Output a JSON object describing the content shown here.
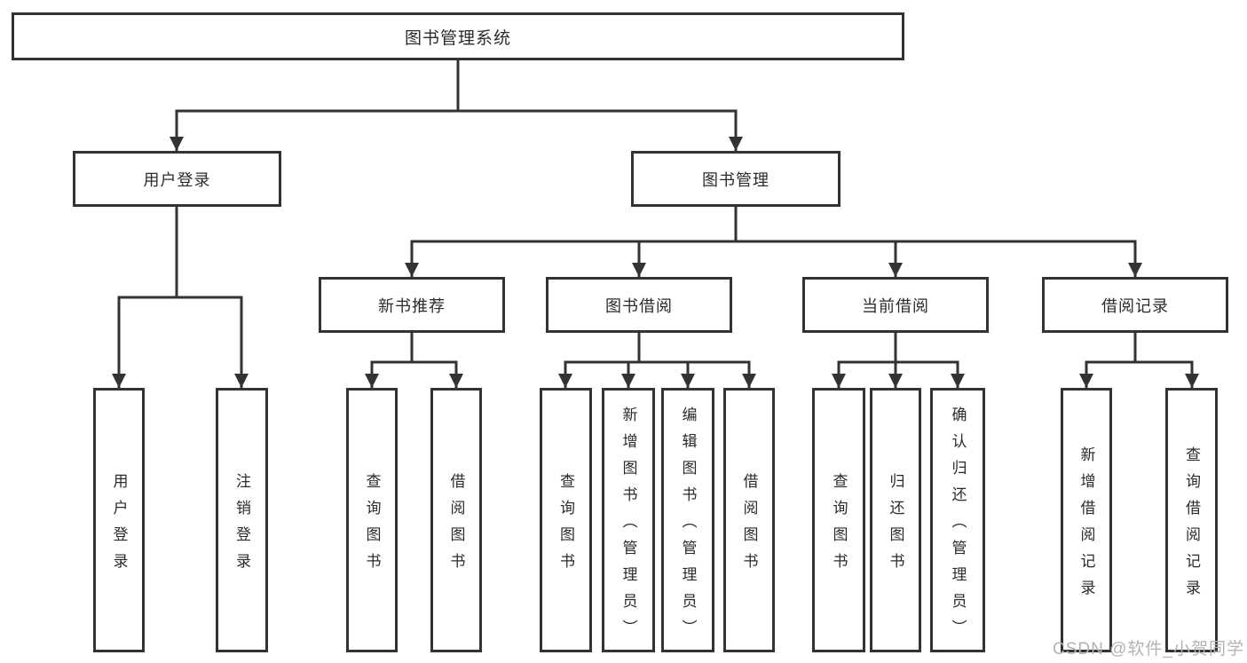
{
  "diagram_title": "图书管理系统",
  "nodes": {
    "root": "图书管理系统",
    "user_login": "用户登录",
    "book_mgmt": "图书管理",
    "new_book_rec": "新书推荐",
    "book_borrow": "图书借阅",
    "current_borrow": "当前借阅",
    "borrow_record": "借阅记录",
    "leaf_user_login": "用户登录",
    "leaf_logout": "注销登录",
    "rec_query_book": "查询图书",
    "rec_borrow_book": "借阅图书",
    "bb_query_book": "查询图书",
    "bb_add_book": "新增图书（管理员）",
    "bb_edit_book": "编辑图书（管理员）",
    "bb_borrow_book": "借阅图书",
    "cb_query_book": "查询图书",
    "cb_return_book": "归还图书",
    "cb_confirm_return": "确认归还（管理员）",
    "br_add_record": "新增借阅记录",
    "br_query_record": "查询借阅记录"
  },
  "colors": {
    "line": "#333333",
    "text": "#2b2b2b",
    "watermark": "#b3b3b3",
    "background": "#ffffff"
  },
  "watermark": "CSDN @软件_小贺同学"
}
